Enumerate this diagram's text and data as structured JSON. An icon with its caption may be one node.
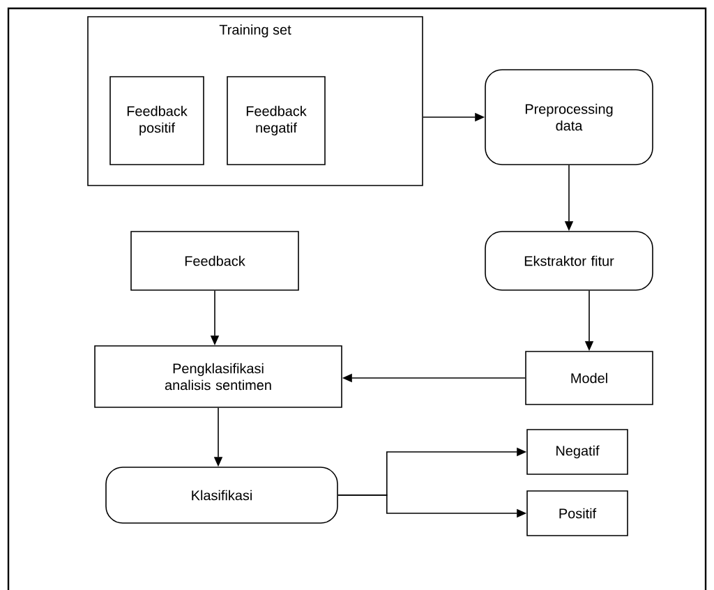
{
  "diagram": {
    "nodes": [
      {
        "text": [
          "Training set"
        ]
      },
      {
        "text": [
          "Feedback positif"
        ],
        "in": 0
      },
      {
        "text": [
          "Feedback negatif"
        ],
        "in": 0
      },
      {
        "text": [
          "Preprocessing data"
        ]
      },
      {
        "text": [
          "Ekstraktor fitur"
        ]
      },
      {
        "text": [
          "Feedback"
        ]
      },
      {
        "text": [
          "Pengklasifikasi analisis sentimen"
        ]
      },
      {
        "text": [
          "Model"
        ]
      },
      {
        "text": [
          "Klasifikasi"
        ]
      },
      {
        "text": [
          "Negatif"
        ]
      },
      {
        "text": [
          "Positif"
        ]
      }
    ],
    "edges": [
      {
        "from": 0,
        "to": 3,
        "arrow": "to"
      },
      {
        "from": 3,
        "to": 4,
        "arrow": "to"
      },
      {
        "from": 4,
        "to": 7,
        "arrow": "to"
      },
      {
        "from": 5,
        "to": 6,
        "arrow": "to"
      },
      {
        "from": 7,
        "to": 6,
        "arrow": "to"
      },
      {
        "from": 6,
        "to": 8,
        "arrow": "to"
      },
      {
        "from": 8,
        "to": 9,
        "arrow": "to"
      },
      {
        "from": 8,
        "to": 10,
        "arrow": "to"
      }
    ]
  }
}
